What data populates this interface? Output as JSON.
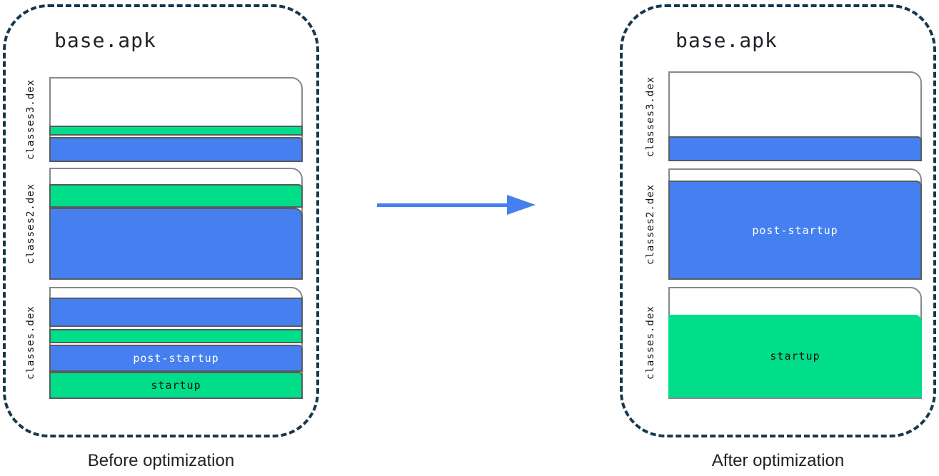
{
  "diagram": {
    "colors": {
      "post_startup_blue": "#4680F0",
      "startup_green": "#00DE8A",
      "container_dash": "#16384C",
      "page_border": "#85898e"
    },
    "arrow": {
      "direction": "right",
      "color": "#4680F0"
    },
    "panels": [
      {
        "title": "base.apk",
        "caption": "Before optimization",
        "files": [
          {
            "name": "classes3.dex",
            "segments": [
              {
                "type": "startup",
                "label": ""
              },
              {
                "type": "post-startup",
                "label": ""
              }
            ]
          },
          {
            "name": "classes2.dex",
            "segments": [
              {
                "type": "startup",
                "label": ""
              },
              {
                "type": "post-startup",
                "label": ""
              }
            ]
          },
          {
            "name": "classes.dex",
            "segments": [
              {
                "type": "post-startup",
                "label": ""
              },
              {
                "type": "startup",
                "label": ""
              },
              {
                "type": "post-startup",
                "label": "post-startup"
              },
              {
                "type": "startup",
                "label": "startup"
              }
            ]
          }
        ]
      },
      {
        "title": "base.apk",
        "caption": "After optimization",
        "files": [
          {
            "name": "classes3.dex",
            "segments": [
              {
                "type": "post-startup",
                "label": ""
              }
            ]
          },
          {
            "name": "classes2.dex",
            "segments": [
              {
                "type": "post-startup",
                "label": "post-startup"
              }
            ]
          },
          {
            "name": "classes.dex",
            "segments": [
              {
                "type": "startup",
                "label": "startup"
              }
            ]
          }
        ]
      }
    ]
  }
}
